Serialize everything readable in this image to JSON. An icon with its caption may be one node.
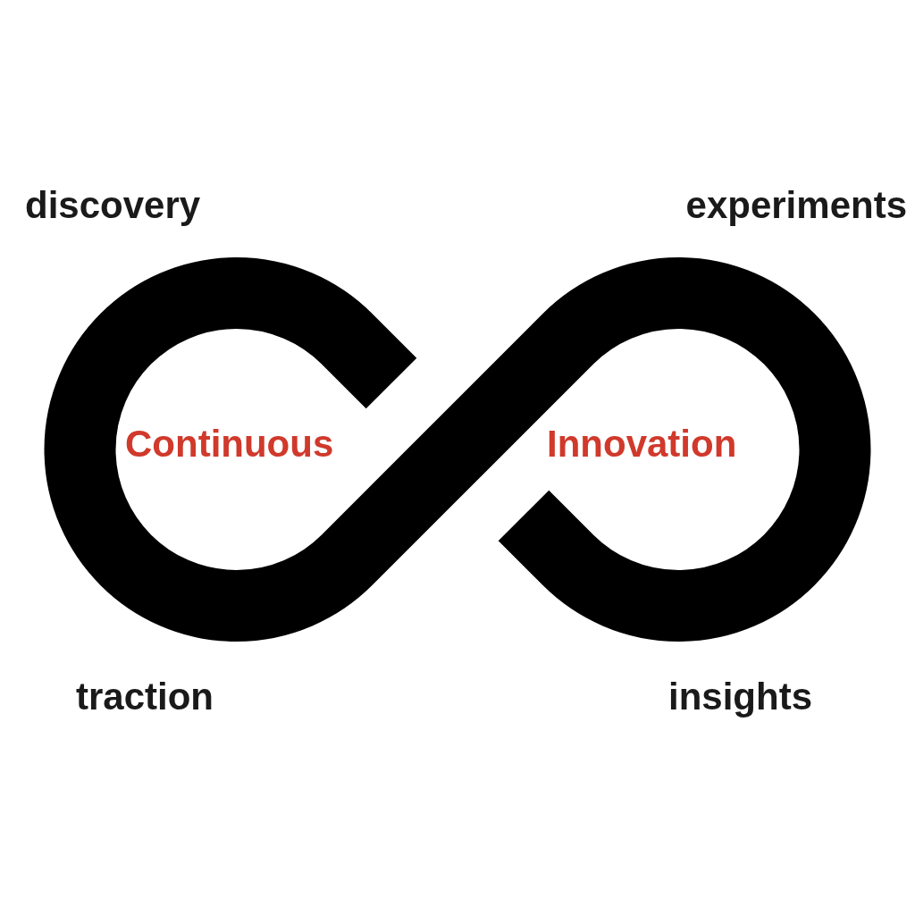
{
  "diagram": {
    "labels": [
      "discovery",
      "experiments",
      "Continuous",
      "Innovation",
      "traction",
      "insights"
    ]
  }
}
